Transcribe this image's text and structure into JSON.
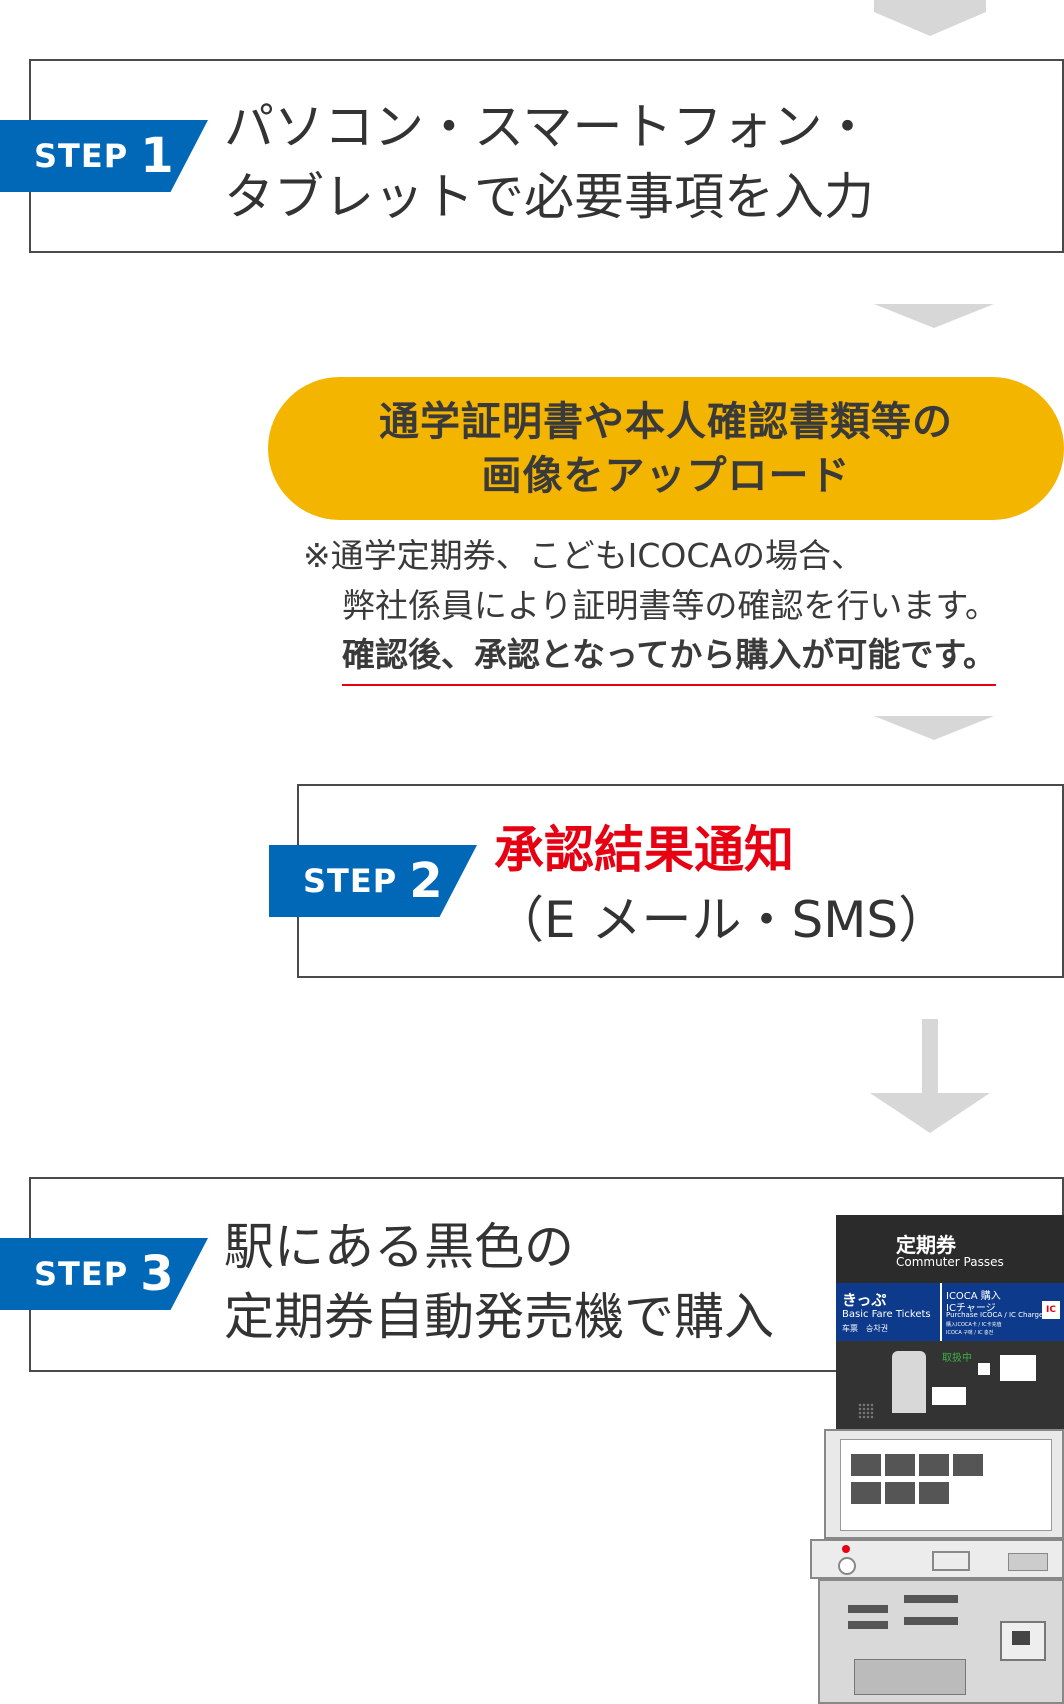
{
  "step1": {
    "label": "STEP",
    "number": "1",
    "line1": "パソコン・スマートフォン・",
    "line2": "タブレットで必要事項を入力"
  },
  "upload": {
    "line1": "通学証明書や本人確認書類等の",
    "line2": "画像をアップロード"
  },
  "note": {
    "line1": "※通学定期券、こどもICOCAの場合、",
    "line2": "弊社係員により証明書等の確認を行います。",
    "line3": "確認後、承認となってから購入が可能です。"
  },
  "step2": {
    "label": "STEP",
    "number": "2",
    "line1": "承認結果通知",
    "line2": "（E メール・SMS）"
  },
  "step3": {
    "label": "STEP",
    "number": "3",
    "line1": "駅にある黒色の",
    "line2": "定期券自動発売機で購入"
  },
  "machine": {
    "title": "定期券",
    "subtitle": "Commuter Passes",
    "left_panel": {
      "jp": "きっぷ",
      "en": "Basic Fare Tickets",
      "sub": "车票　승차권"
    },
    "right_panel": {
      "jp": "ICOCA 購入",
      "jp2": "ICチャージ",
      "en": "Purchase ICOCA / IC Charge",
      "sub": "購入ICOCA卡 / IC卡充值",
      "sub2": "ICOCA 구매 / IC 충전",
      "badge": "IC"
    },
    "status": "取扱中"
  },
  "colors": {
    "step_blue": "#0068b7",
    "pill_yellow": "#f3b500",
    "accent_red": "#e60012",
    "arrow_gray": "#d7d7d7"
  }
}
